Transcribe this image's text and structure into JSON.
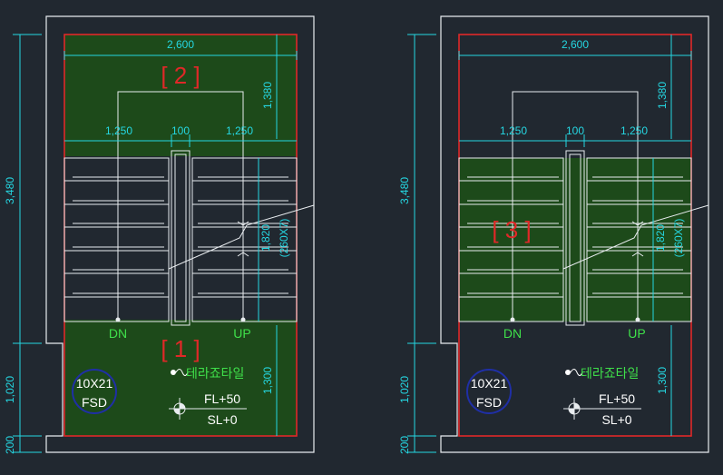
{
  "plans": [
    {
      "id": "left",
      "width_dim": "2,600",
      "left_flight_dim": "1,250",
      "gap_dim": "100",
      "right_flight_dim": "1,250",
      "total_height_dim": "3,480",
      "landing_top_dim": "1,380",
      "stair_run_dim": "1,820",
      "tread_dim": "(260X7)",
      "lower_landing_dim": "1,020",
      "wall_dim": "200",
      "landing_bottom_dim": "1,300",
      "dn_label": "DN",
      "up_label": "UP",
      "zone_top": "[ 2 ]",
      "zone_bottom": "[ 1 ]",
      "zone_stair": "",
      "door_top": "10X21",
      "door_bottom": "FSD",
      "tile_label": "테라죠타일",
      "level_top": "FL+50",
      "level_bottom": "SL+0"
    },
    {
      "id": "right",
      "width_dim": "2,600",
      "left_flight_dim": "1,250",
      "gap_dim": "100",
      "right_flight_dim": "1,250",
      "total_height_dim": "3,480",
      "landing_top_dim": "1,380",
      "stair_run_dim": "1,820",
      "tread_dim": "(260X7)",
      "lower_landing_dim": "1,020",
      "wall_dim": "200",
      "landing_bottom_dim": "1,300",
      "dn_label": "DN",
      "up_label": "UP",
      "zone_top": "",
      "zone_bottom": "",
      "zone_stair": "[ 3 ]",
      "door_top": "10X21",
      "door_bottom": "FSD",
      "tile_label": "테라죠타일",
      "level_top": "FL+50",
      "level_bottom": "SL+0"
    }
  ],
  "colors": {
    "background": "#212830",
    "wall": "#e8ecef",
    "room_boundary": "#e02828",
    "zone_fill": "#1d4a1a",
    "dimension": "#25d7e2",
    "label_green": "#3fe04a",
    "label_yellow": "#e3f37c",
    "door_circle": "#1f2fa6",
    "stair_line": "#ffffff"
  }
}
